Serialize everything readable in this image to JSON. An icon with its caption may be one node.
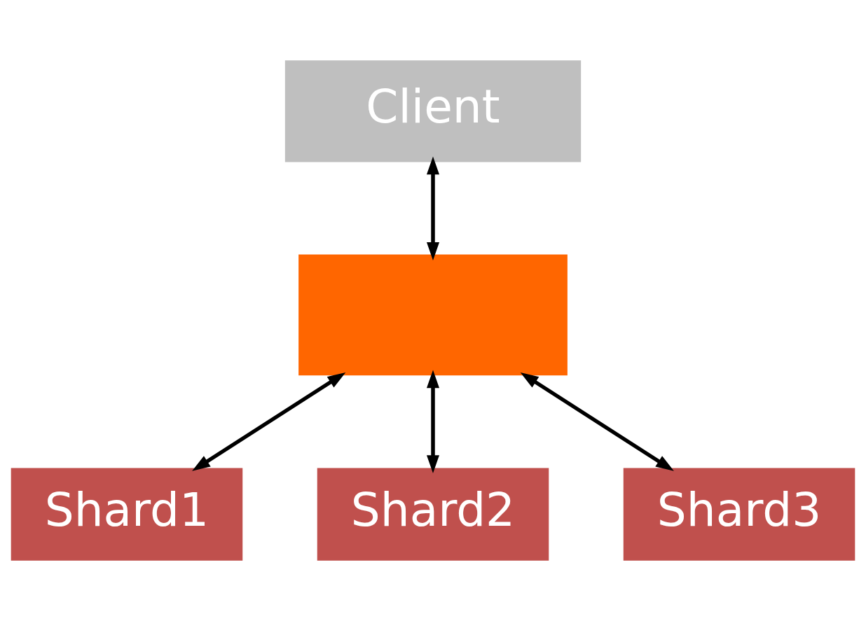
{
  "diagram": {
    "nodes": [
      {
        "text": [
          "Client"
        ]
      },
      {
        "text": [],
        "shape": "box"
      },
      {
        "text": [
          "Shard1"
        ]
      },
      {
        "text": [
          "Shard2"
        ]
      },
      {
        "text": [
          "Shard3"
        ]
      }
    ],
    "edges": [
      {
        "from": 0,
        "to": 1,
        "arrow": "both"
      },
      {
        "from": 1,
        "to": 2,
        "arrow": "both"
      },
      {
        "from": 1,
        "to": 3,
        "arrow": "both"
      },
      {
        "from": 1,
        "to": 4,
        "arrow": "both"
      }
    ]
  }
}
